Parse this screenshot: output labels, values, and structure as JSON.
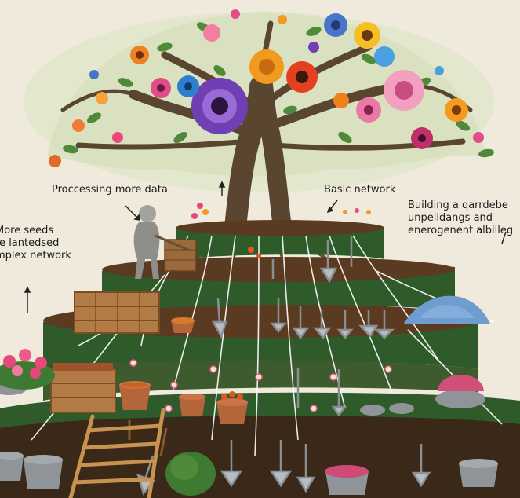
{
  "labels": {
    "processing": "Proccessing more data",
    "basic": "Basic network",
    "building": [
      "Building a qarrdebe",
      "unpelidangs and",
      "enerogenent albilleg"
    ],
    "seeds": [
      "More seeds",
      "re lantedsed",
      "mplex network"
    ]
  },
  "colors": {
    "background": "#efeadb",
    "grass": "#2f5a2a",
    "soil": "#5a3b22",
    "trunk": "#5a4530",
    "leaf": "#4f8a3a"
  }
}
